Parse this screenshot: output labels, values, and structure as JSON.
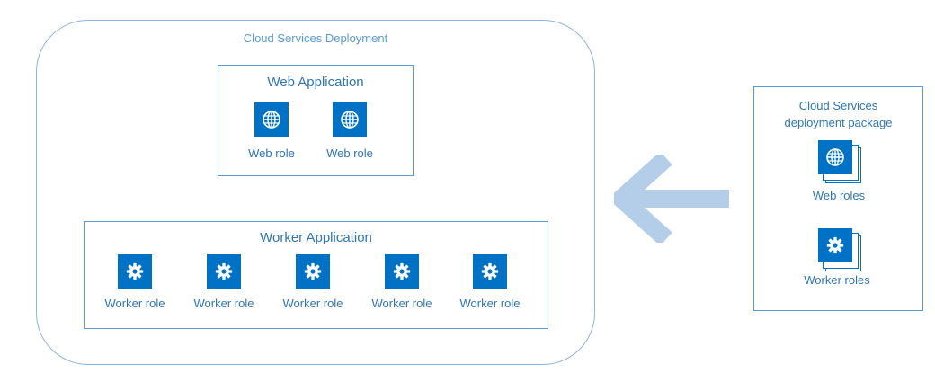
{
  "deployment": {
    "title": "Cloud Services Deployment"
  },
  "web_application": {
    "title": "Web Application",
    "roles": [
      {
        "label": "Web role",
        "icon": "globe-icon"
      },
      {
        "label": "Web role",
        "icon": "globe-icon"
      }
    ]
  },
  "worker_application": {
    "title": "Worker Application",
    "roles": [
      {
        "label": "Worker role",
        "icon": "gear-icon"
      },
      {
        "label": "Worker role",
        "icon": "gear-icon"
      },
      {
        "label": "Worker role",
        "icon": "gear-icon"
      },
      {
        "label": "Worker role",
        "icon": "gear-icon"
      },
      {
        "label": "Worker role",
        "icon": "gear-icon"
      }
    ]
  },
  "package": {
    "title_line1": "Cloud Services",
    "title_line2": "deployment package",
    "web_roles_label": "Web roles",
    "worker_roles_label": "Worker roles"
  },
  "colors": {
    "tile": "#0072c6",
    "border": "#5b9bd5",
    "arrow": "#b4cde8",
    "text": "#2e75b6"
  }
}
